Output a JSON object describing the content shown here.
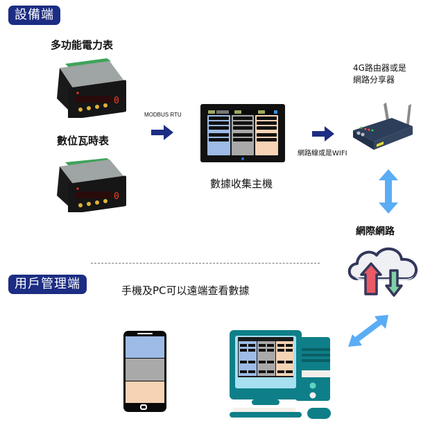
{
  "sections": {
    "device_side": "設備端",
    "user_side": "用戶管理端"
  },
  "devices": {
    "power_meter": "多功能電力表",
    "watt_hour_meter": "數位瓦時表",
    "meter_display_digit": "0"
  },
  "links": {
    "modbus": "MODBUS RTU",
    "network_or_wifi": "網路線或是WIFI"
  },
  "collector": {
    "label": "數據收集主機"
  },
  "router": {
    "label_line1": "4G路由器或是",
    "label_line2": "網路分享器"
  },
  "internet": {
    "label": "網際網路"
  },
  "remote": {
    "label": "手機及PC可以遠端查看數據"
  },
  "colors": {
    "badge": "#1c2d83",
    "arrow_dark": "#1c2d83",
    "arrow_light": "#5aacf5",
    "teal": "#0e7f88",
    "teal_dark": "#0a5f66",
    "cloud_up": "#e85a66",
    "cloud_down": "#7fd0a8",
    "cloud_outline": "#34375a",
    "panel_blue": "#9dbbe6",
    "panel_gray": "#a9a9a9",
    "panel_peach": "#f6d3b5"
  },
  "icons": {
    "power_meter": "power-meter-icon",
    "watt_meter": "watt-hour-meter-icon",
    "collector": "touchscreen-icon",
    "router": "router-icon",
    "cloud": "cloud-sync-icon",
    "phone": "smartphone-icon",
    "pc": "desktop-pc-icon"
  }
}
